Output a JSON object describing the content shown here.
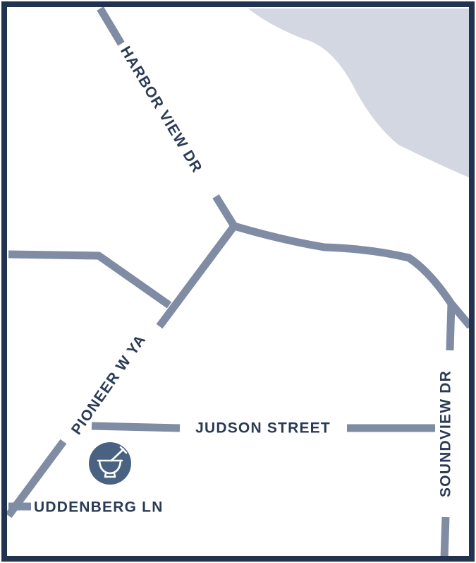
{
  "colors": {
    "frame": "#223350",
    "road": "#7f8ca3",
    "water": "#d3d7e1",
    "label": "#2b3a55",
    "marker_fill": "#4a6282",
    "marker_icon": "#ffffff"
  },
  "roads": {
    "harbor_view": "HARBOR VIEW DR",
    "pioneer": "PIONEER W YA",
    "judson": "JUDSON STREET",
    "soundview": "SOUNDVIEW DR",
    "uddenberg": "UDDENBERG LN"
  },
  "marker": {
    "icon": "mortar-and-pestle-icon",
    "kind": "pharmacy"
  }
}
